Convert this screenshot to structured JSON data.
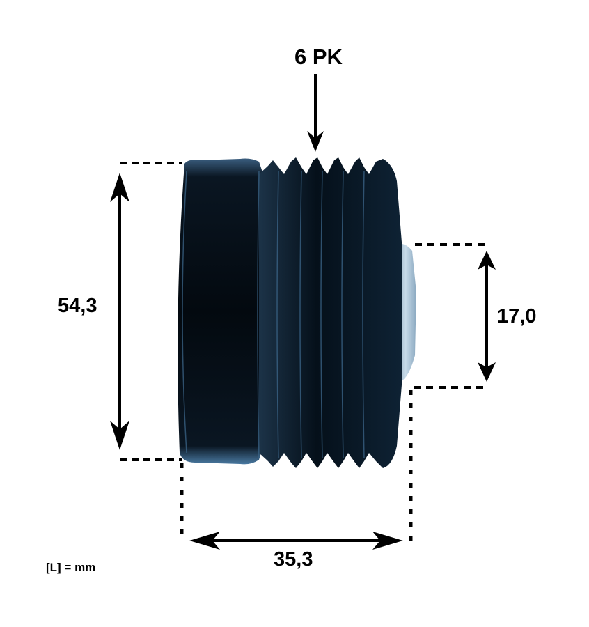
{
  "diagram": {
    "subject": "belt pulley",
    "labels": {
      "rib_profile": "6 PK",
      "outer_diameter": "54,3",
      "hub_diameter": "17,0",
      "width": "35,3",
      "unit_note": "[L] = mm"
    },
    "colors": {
      "pulley_body": "#06101c",
      "pulley_highlight": "#5f8fb8",
      "hub": "#a9c6dc",
      "dimension_lines": "#000000",
      "background": "#ffffff"
    },
    "rib_count": 6
  }
}
